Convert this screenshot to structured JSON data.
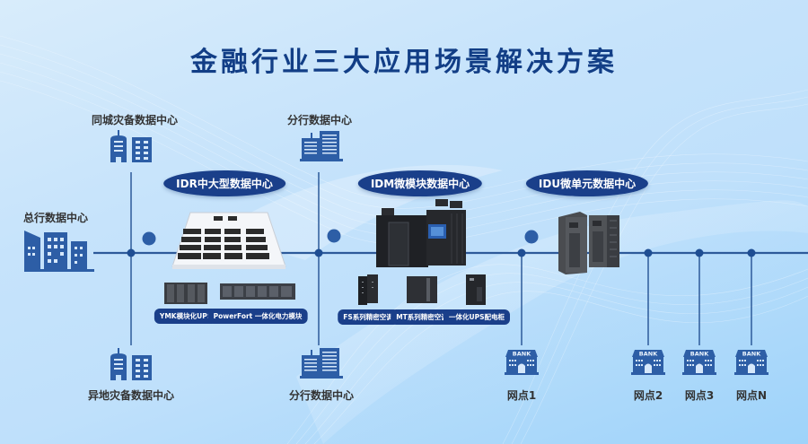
{
  "title": "金融行业三大应用场景解决方案",
  "colors": {
    "primary": "#1a3f8a",
    "icon_blue": "#2d5ea6",
    "line": "#2d5a9a",
    "title": "#123e86",
    "label_text": "#333333"
  },
  "nodes": {
    "hq": {
      "label": "总行数据中心",
      "icon": "city-buildings-icon"
    },
    "same_city_dr": {
      "label": "同城灾备数据中心",
      "icon": "office-buildings-icon"
    },
    "remote_dr": {
      "label": "异地灾备数据中心",
      "icon": "office-buildings-icon"
    },
    "branch_top": {
      "label": "分行数据中心",
      "icon": "skyscraper-icon"
    },
    "branch_bottom": {
      "label": "分行数据中心",
      "icon": "skyscraper-icon"
    },
    "outlets": [
      {
        "label": "网点1",
        "icon": "bank-icon",
        "sign": "BANK"
      },
      {
        "label": "网点2",
        "icon": "bank-icon",
        "sign": "BANK"
      },
      {
        "label": "网点3",
        "icon": "bank-icon",
        "sign": "BANK"
      },
      {
        "label": "网点N",
        "icon": "bank-icon",
        "sign": "BANK"
      }
    ]
  },
  "solutions": [
    {
      "name": "IDR中大型数据中心",
      "image": "large-datacenter-floorplan",
      "products": [
        {
          "label": "YMK模块化UPS",
          "image": "modular-ups-cabinet"
        },
        {
          "label": "PowerFort 一体化电力模块",
          "image": "power-module-row"
        }
      ]
    },
    {
      "name": "IDM微模块数据中心",
      "image": "micro-module-datacenter",
      "products": [
        {
          "label": "FS系列精密空调",
          "image": "fs-precision-ac"
        },
        {
          "label": "MT系列精密空调",
          "image": "mt-precision-ac"
        },
        {
          "label": "一体化UPS配电柜",
          "image": "integrated-ups-cabinet"
        }
      ]
    },
    {
      "name": "IDU微单元数据中心",
      "image": "micro-unit-datacenter",
      "products": []
    }
  ]
}
